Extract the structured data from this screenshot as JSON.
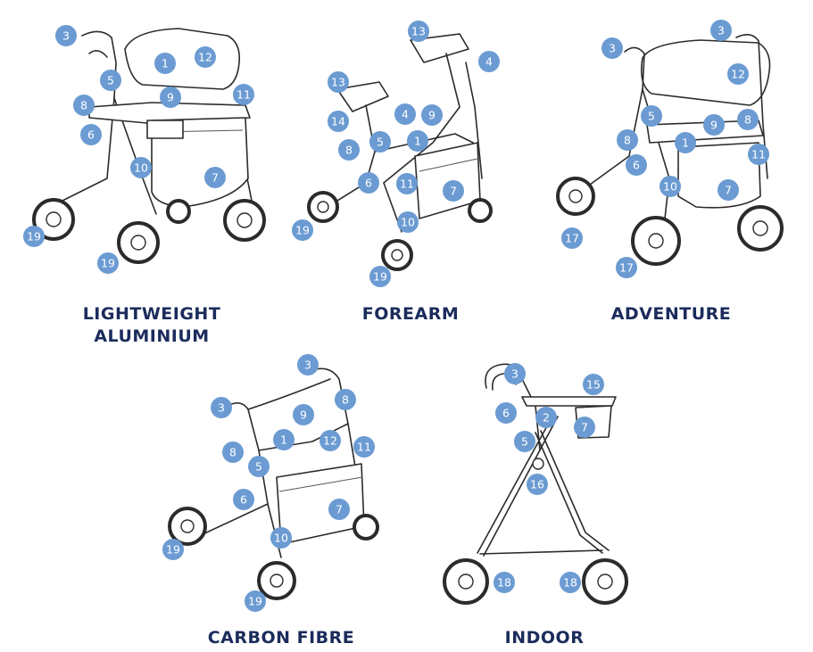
{
  "colors": {
    "marker": "#6b9bd2",
    "marker_text": "#ffffff",
    "caption": "#1b2c5c",
    "drawing": "#2b2b2b"
  },
  "panels": {
    "lightweight": {
      "caption_line1": "LIGHTWEIGHT",
      "caption_line2": "ALUMINIUM",
      "markers": [
        "3",
        "1",
        "12",
        "5",
        "9",
        "8",
        "11",
        "6",
        "10",
        "7",
        "19",
        "19"
      ]
    },
    "forearm": {
      "caption": "FOREARM",
      "markers": [
        "13",
        "4",
        "13",
        "4",
        "9",
        "14",
        "5",
        "1",
        "8",
        "6",
        "11",
        "7",
        "10",
        "19",
        "19"
      ]
    },
    "adventure": {
      "caption": "ADVENTURE",
      "markers": [
        "3",
        "3",
        "12",
        "5",
        "9",
        "8",
        "8",
        "1",
        "6",
        "11",
        "10",
        "7",
        "17",
        "17"
      ]
    },
    "carbon": {
      "caption": "CARBON FIBRE",
      "markers": [
        "3",
        "8",
        "3",
        "9",
        "1",
        "12",
        "11",
        "8",
        "5",
        "6",
        "7",
        "10",
        "19",
        "19"
      ]
    },
    "indoor": {
      "caption": "INDOOR",
      "markers": [
        "3",
        "15",
        "6",
        "2",
        "7",
        "5",
        "16",
        "18",
        "18"
      ]
    }
  }
}
